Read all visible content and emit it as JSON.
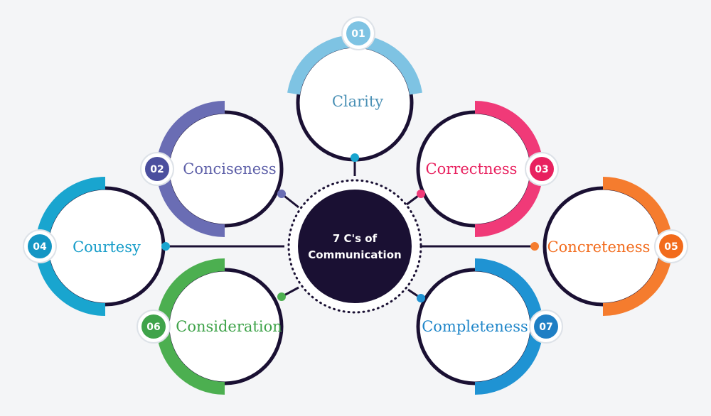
{
  "title_lines": [
    "7 C's of",
    "Communication"
  ],
  "items": [
    {
      "number": "01",
      "label": "Clarity",
      "color": "#7ec3e3"
    },
    {
      "number": "02",
      "label": "Conciseness",
      "color": "#6a6db4"
    },
    {
      "number": "03",
      "label": "Correctness",
      "color": "#f03a78"
    },
    {
      "number": "04",
      "label": "Courtesy",
      "color": "#19a5cf"
    },
    {
      "number": "05",
      "label": "Concreteness",
      "color": "#f57c2e"
    },
    {
      "number": "06",
      "label": "Consideration",
      "color": "#4caf50"
    },
    {
      "number": "07",
      "label": "Completeness",
      "color": "#1f93d3"
    }
  ],
  "colors": {
    "center": "#1a1033",
    "ring": "#1a1033",
    "background": "#f4f5f7"
  }
}
